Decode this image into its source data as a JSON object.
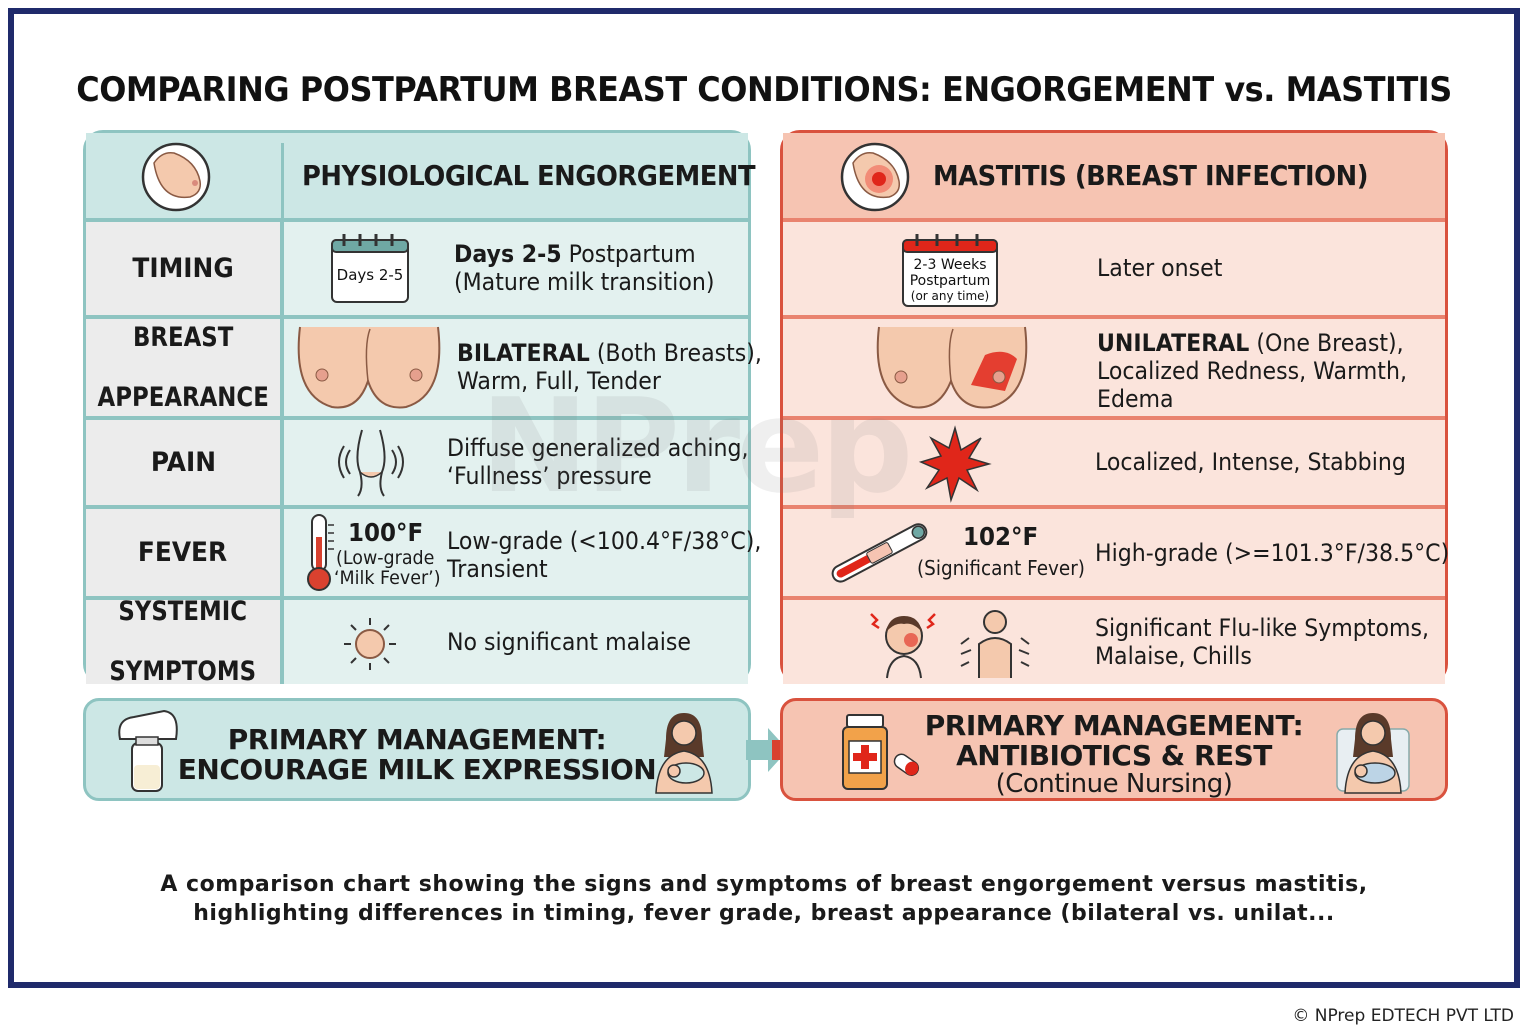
{
  "title": "COMPARING POSTPARTUM BREAST CONDITIONS: ENGORGEMENT vs. MASTITIS",
  "left": {
    "header": "PHYSIOLOGICAL ENGORGEMENT",
    "rows": {
      "timing": {
        "label": "TIMING",
        "badge": "Days 2-5",
        "desc_bold": "Days 2-5",
        "desc_rest": " Postpartum",
        "desc_line2": "(Mature milk transition)"
      },
      "appearance": {
        "label_line1": "BREAST",
        "label_line2": "APPEARANCE",
        "desc_bold": "BILATERAL",
        "desc_rest": " (Both Breasts),",
        "desc_line2": "Warm, Full, Tender"
      },
      "pain": {
        "label": "PAIN",
        "desc_line1": "Diffuse generalized aching,",
        "desc_line2": "‘Fullness’ pressure"
      },
      "fever": {
        "label": "FEVER",
        "temp": "100°F",
        "temp_sub1": "(Low-grade",
        "temp_sub2": "‘Milk Fever’)",
        "desc_line1": "Low-grade (<100.4°F/38°C),",
        "desc_line2": "Transient"
      },
      "systemic": {
        "label_line1": "SYSTEMIC",
        "label_line2": "SYMPTOMS",
        "desc": "No significant malaise"
      }
    },
    "management_line1": "PRIMARY MANAGEMENT:",
    "management_line2": "ENCOURAGE MILK EXPRESSION"
  },
  "right": {
    "header": "MASTITIS (BREAST INFECTION)",
    "rows": {
      "timing": {
        "badge_line1": "2-3 Weeks",
        "badge_line2": "Postpartum",
        "badge_line3": "(or any time)",
        "desc": "Later onset"
      },
      "appearance": {
        "desc_bold": "UNILATERAL",
        "desc_rest": " (One Breast),",
        "desc_line2": "Localized Redness, Warmth,",
        "desc_line3": "Edema"
      },
      "pain": {
        "desc": "Localized, Intense, Stabbing"
      },
      "fever": {
        "temp": "102°F",
        "temp_sub": "(Significant Fever)",
        "desc": "High-grade (>=101.3°F/38.5°C)"
      },
      "systemic": {
        "desc_line1": "Significant Flu-like Symptoms,",
        "desc_line2": "Malaise, Chills"
      }
    },
    "management_line1": "PRIMARY MANAGEMENT:",
    "management_line2": "ANTIBIOTICS & REST",
    "management_line3": "(Continue Nursing)"
  },
  "watermark": "NPrep",
  "caption_line1": "A comparison chart showing the signs and symptoms of breast engorgement versus mastitis,",
  "caption_line2": "highlighting differences in timing, fever grade, breast appearance (bilateral vs. unilat...",
  "copyright": "© NPrep EDTECH PVT LTD",
  "colors": {
    "frame": "#1f2a6b",
    "teal_border": "#8ec4c1",
    "teal_header": "#cce7e5",
    "teal_cell": "#e3f1ef",
    "red_border": "#d9523e",
    "red_header": "#f6c4b2",
    "red_cell": "#fbe4dc",
    "label_cell": "#ececec"
  }
}
